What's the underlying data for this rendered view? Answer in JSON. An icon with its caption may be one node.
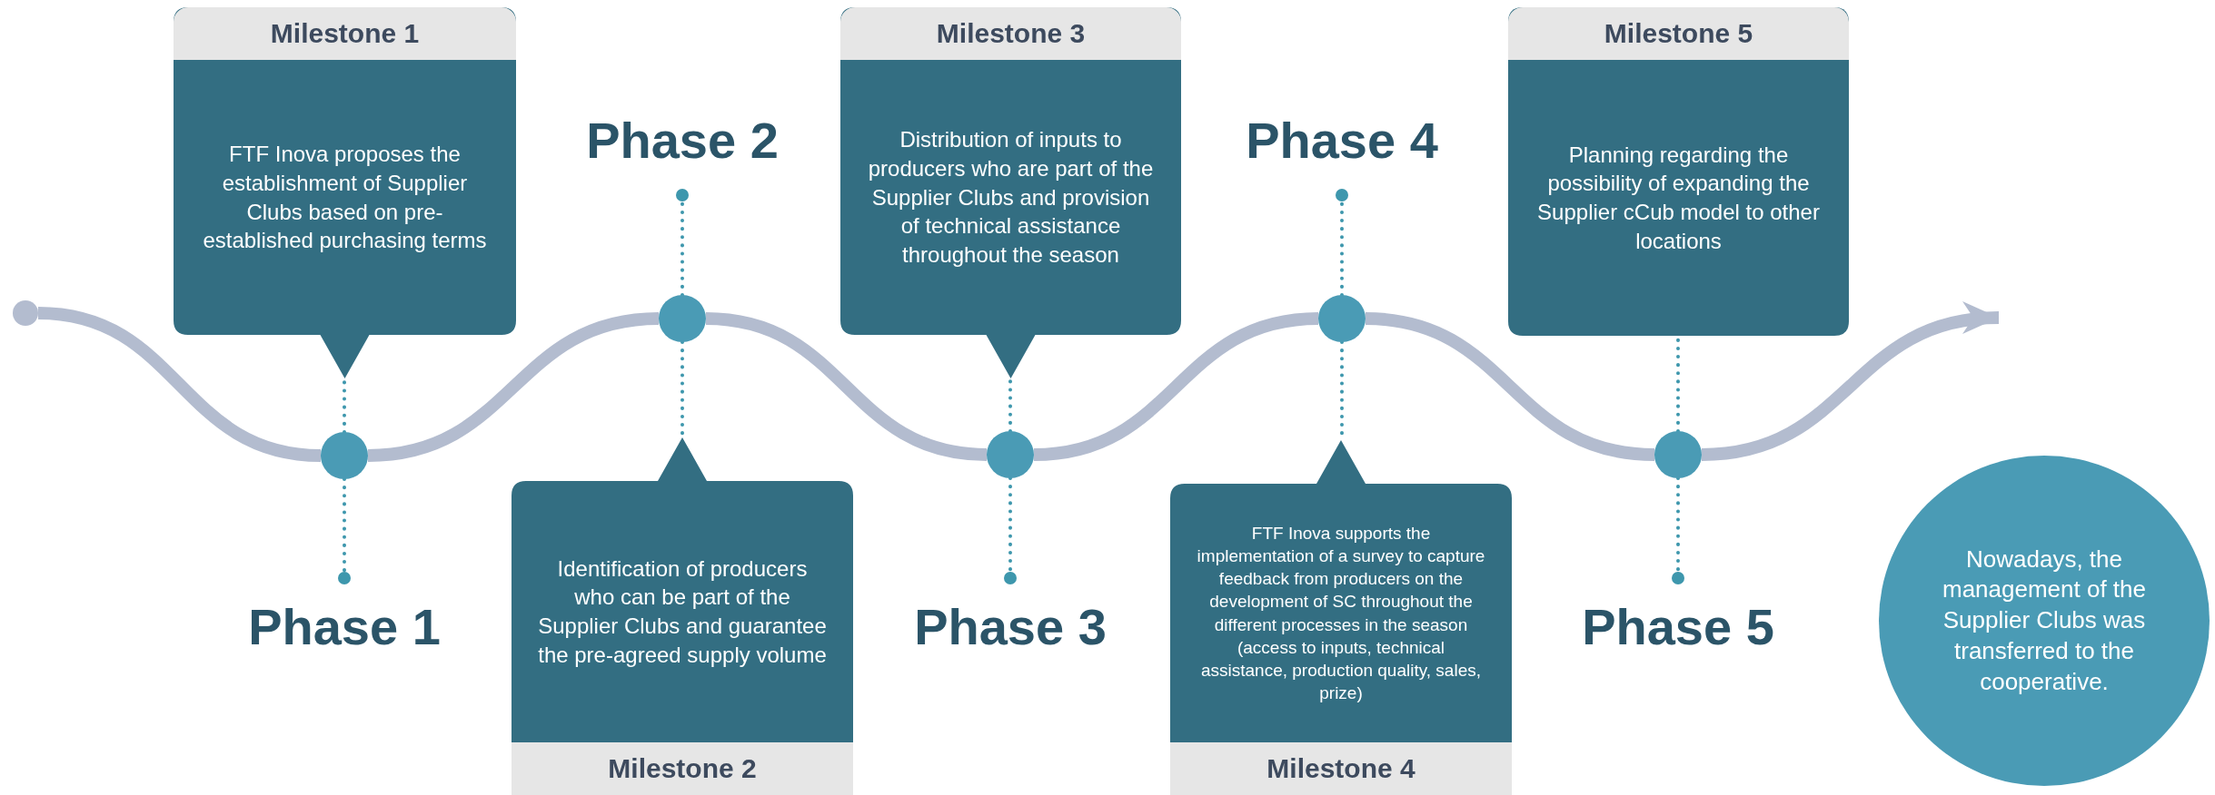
{
  "diagram": {
    "nodes": [
      {
        "text": [],
        "shape": "circle"
      },
      {
        "text": [
          "Milestone 1",
          "FTF Inova proposes the establishment of Supplier Clubs based on pre-established purchasing terms"
        ]
      },
      {
        "text": [
          "Phase 1"
        ]
      },
      {
        "text": [],
        "shape": "circle"
      },
      {
        "text": [
          "Phase 2"
        ]
      },
      {
        "text": [],
        "shape": "circle"
      },
      {
        "text": [
          "Identification of producers who can be part of the Supplier Clubs and guarantee the pre-agreed supply volume",
          "Milestone 2"
        ]
      },
      {
        "text": [
          "Milestone 3",
          "Distribution of inputs to producers who are part of the Supplier Clubs and provision of technical assistance throughout the season"
        ]
      },
      {
        "text": [
          "Phase 3"
        ]
      },
      {
        "text": [],
        "shape": "circle"
      },
      {
        "text": [
          "Phase 4"
        ]
      },
      {
        "text": [],
        "shape": "circle"
      },
      {
        "text": [
          "FTF Inova supports the implementation of a survey to capture feedback from producers on the development of SC throughout the different processes in the season (access to inputs, technical assistance, production quality, sales, prize)",
          "Milestone 4"
        ]
      },
      {
        "text": [
          "Milestone 5",
          "Planning regarding the possibility of expanding the Supplier cCub model to other locations"
        ]
      },
      {
        "text": [
          "Phase 5"
        ]
      },
      {
        "text": [],
        "shape": "circle"
      },
      {
        "text": [
          "Nowadays, the management of the Supplier Clubs was transferred to the cooperative."
        ]
      }
    ],
    "edges": [
      {
        "from": 0,
        "to": 3,
        "arrow": "none",
        "style": "thick",
        "color": "#b3bccf"
      },
      {
        "from": 3,
        "to": 5,
        "arrow": "none",
        "style": "thick",
        "color": "#b3bccf"
      },
      {
        "from": 5,
        "to": 9,
        "arrow": "none",
        "style": "thick",
        "color": "#b3bccf"
      },
      {
        "from": 9,
        "to": 11,
        "arrow": "none",
        "style": "thick",
        "color": "#b3bccf"
      },
      {
        "from": 11,
        "to": 15,
        "arrow": "none",
        "style": "thick",
        "color": "#b3bccf"
      },
      {
        "from": 15,
        "to": null,
        "arrow": "to",
        "style": "thick",
        "color": "#b3bccf"
      },
      {
        "from": 3,
        "to": 1,
        "arrow": "none",
        "style": "dashed"
      },
      {
        "from": 3,
        "to": 2,
        "arrow": "none",
        "style": "dashed"
      },
      {
        "from": 5,
        "to": 4,
        "arrow": "none",
        "style": "dashed"
      },
      {
        "from": 5,
        "to": 6,
        "arrow": "none",
        "style": "dashed"
      },
      {
        "from": 9,
        "to": 7,
        "arrow": "none",
        "style": "dashed"
      },
      {
        "from": 9,
        "to": 8,
        "arrow": "none",
        "style": "dashed"
      },
      {
        "from": 11,
        "to": 10,
        "arrow": "none",
        "style": "dashed"
      },
      {
        "from": 11,
        "to": 12,
        "arrow": "none",
        "style": "dashed"
      },
      {
        "from": 15,
        "to": 13,
        "arrow": "none",
        "style": "dashed"
      },
      {
        "from": 15,
        "to": 14,
        "arrow": "none",
        "style": "dashed"
      }
    ]
  }
}
